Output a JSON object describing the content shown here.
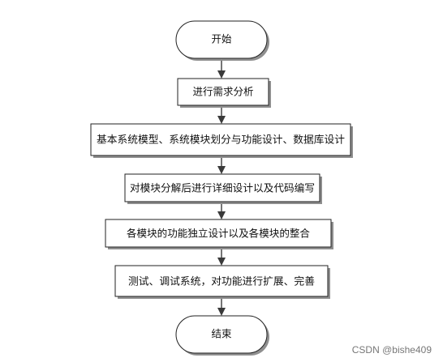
{
  "diagram": {
    "nodes": [
      {
        "id": "start",
        "label": "开始"
      },
      {
        "id": "step1",
        "label": "进行需求分析"
      },
      {
        "id": "step2",
        "label": "基本系统模型、系统模块划分与功能设计、数据库设计"
      },
      {
        "id": "step3",
        "label": "对模块分解后进行详细设计以及代码编写"
      },
      {
        "id": "step4",
        "label": "各模块的功能独立设计以及各模块的整合"
      },
      {
        "id": "step5",
        "label": "测试、调试系统，对功能进行扩展、完善"
      },
      {
        "id": "end",
        "label": "结束"
      }
    ],
    "edges": [
      {
        "from": "start",
        "to": "step1"
      },
      {
        "from": "step1",
        "to": "step2"
      },
      {
        "from": "step2",
        "to": "step3"
      },
      {
        "from": "step3",
        "to": "step4"
      },
      {
        "from": "step4",
        "to": "step5"
      },
      {
        "from": "step5",
        "to": "end"
      }
    ]
  },
  "watermark": "CSDN @bishe409"
}
